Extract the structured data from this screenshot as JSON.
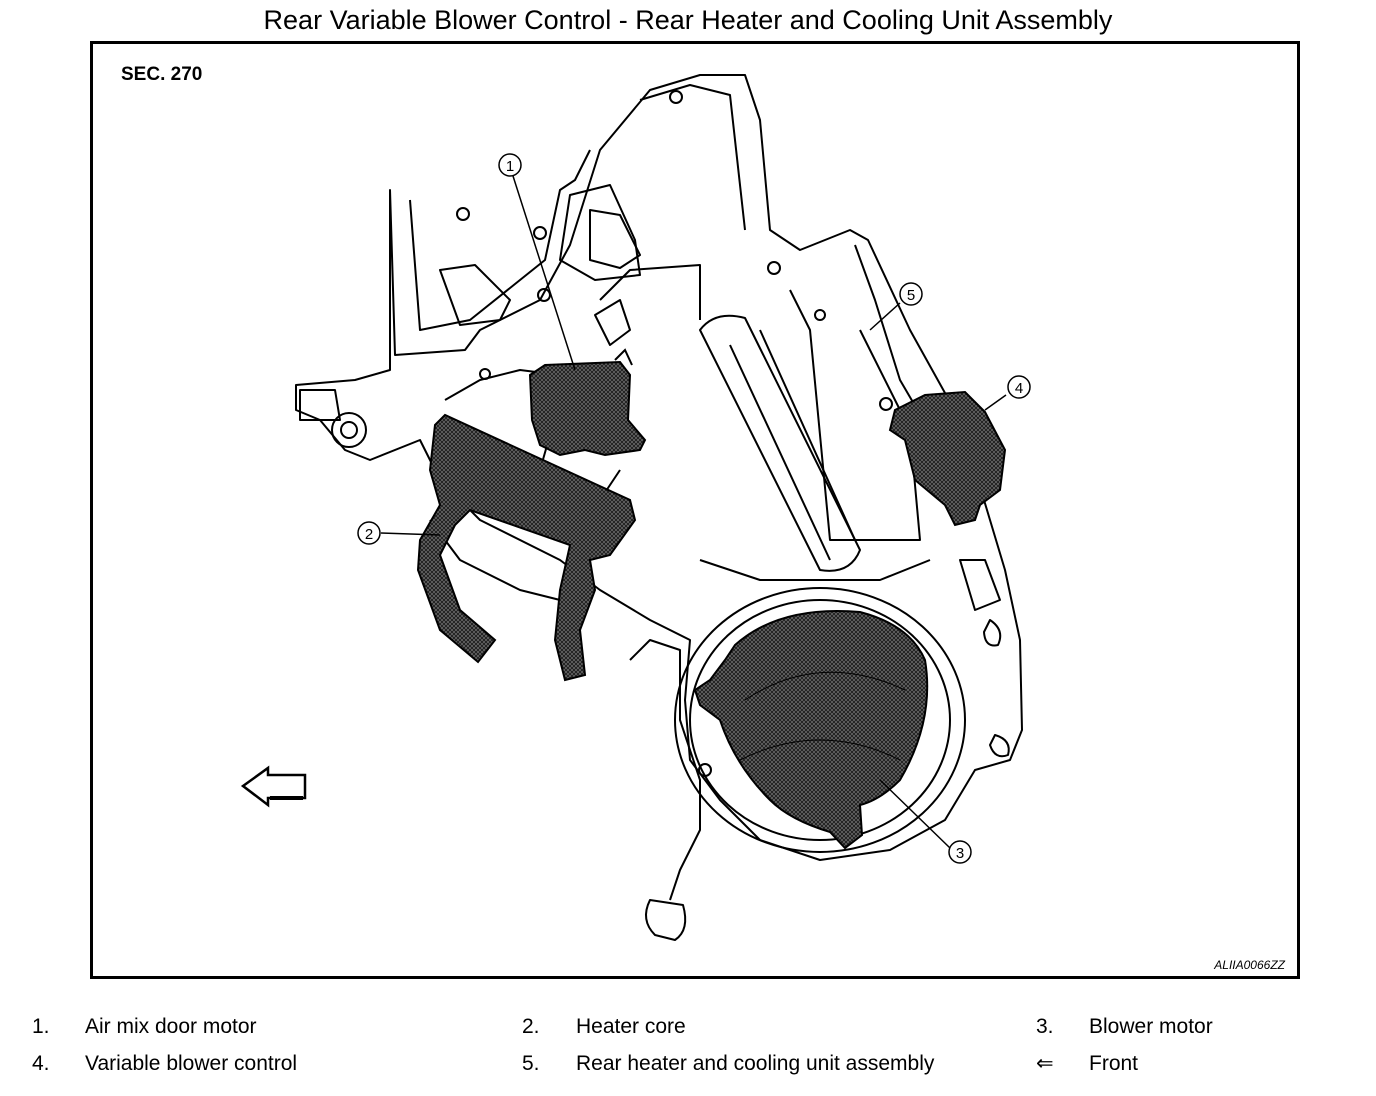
{
  "title": "Rear Variable Blower Control - Rear Heater and Cooling Unit Assembly",
  "section": "SEC. 270",
  "image_code": "ALIIA0066ZZ",
  "callouts": [
    "1",
    "2",
    "3",
    "4",
    "5"
  ],
  "legend": [
    {
      "num": "1.",
      "label": "Air mix door motor"
    },
    {
      "num": "2.",
      "label": "Heater core"
    },
    {
      "num": "3.",
      "label": "Blower motor"
    },
    {
      "num": "4.",
      "label": "Variable blower control"
    },
    {
      "num": "5.",
      "label": "Rear heater and cooling unit assembly"
    },
    {
      "num": "⇐",
      "label": "Front"
    }
  ],
  "colors": {
    "line": "#000000",
    "shade": "#3a3a3a",
    "background": "#ffffff"
  }
}
